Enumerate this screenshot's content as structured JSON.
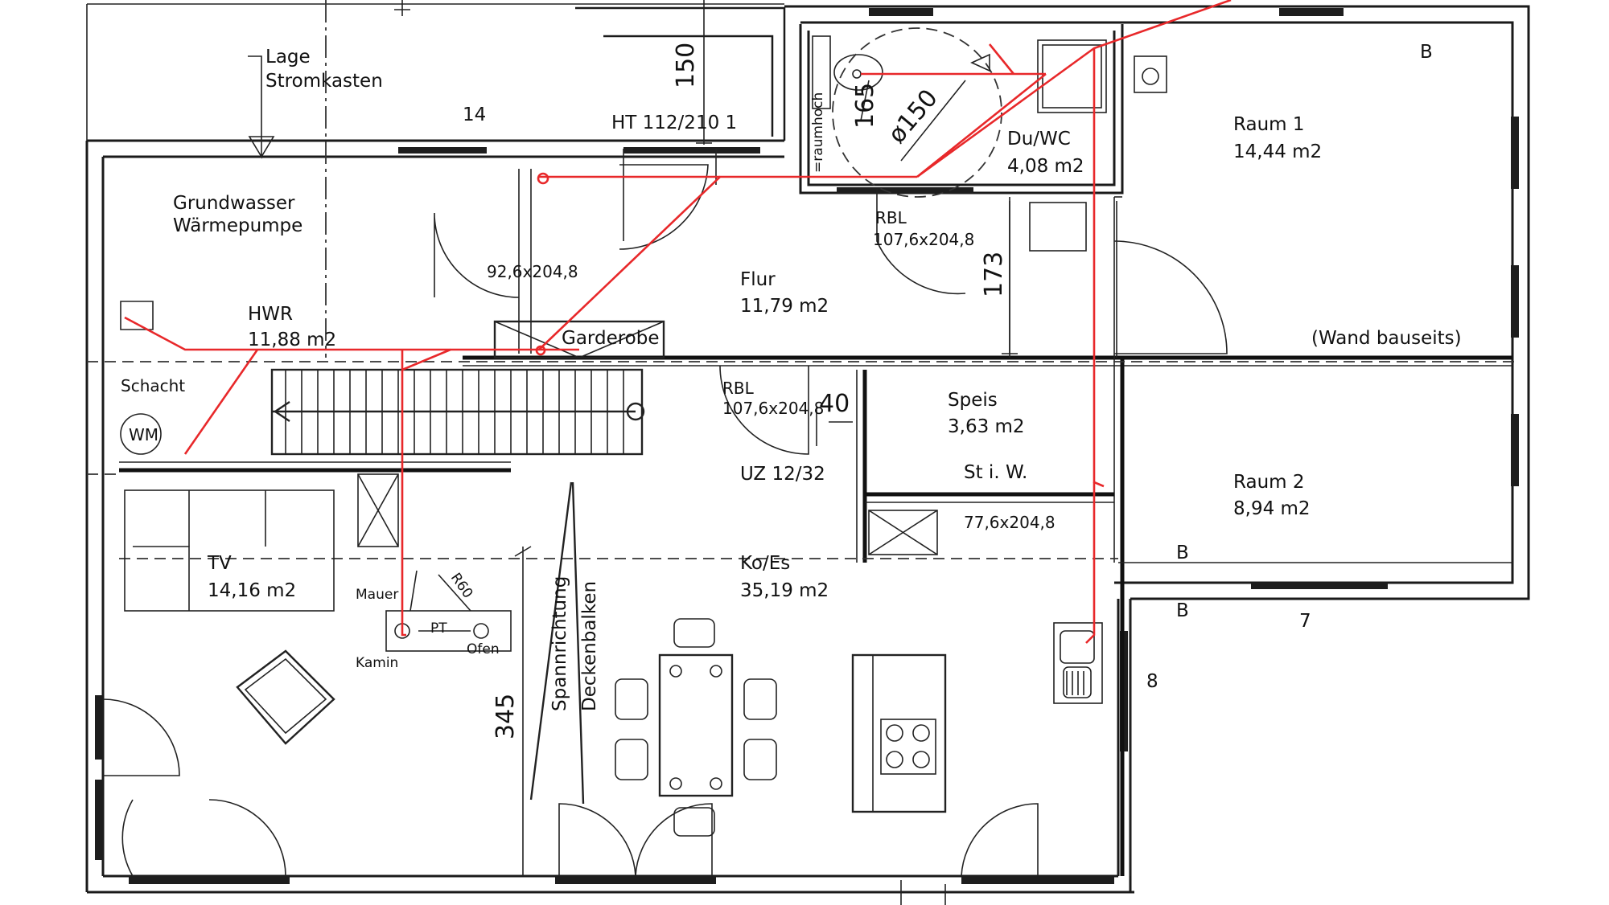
{
  "colors": {
    "background": "#ffffff",
    "lines": "#1a1a1a",
    "pipes": "#e8282a"
  },
  "labels": {
    "lage1": "Lage",
    "lage2": "Stromkasten",
    "n14": "14",
    "ht": "HT  112/210   1",
    "d150": "150",
    "raumhoch": "=raumhoch",
    "d165": "165",
    "phi150": "ø150",
    "duwc_name": "Du/WC",
    "duwc_area": "4,08  m2",
    "b_top": "B",
    "raum1_name": "Raum  1",
    "raum1_area": "14,44  m2",
    "gw1": "Grundwasser",
    "gw2": "Wärmepumpe",
    "door926": "92,6x204,8",
    "rbl_top": "RBL",
    "door1076_top": "107,6x204,8",
    "flur_name": "Flur",
    "flur_area": "11,79  m2",
    "d173": "173",
    "hwr_name": "HWR",
    "hwr_area": "11,88  m2",
    "garderobe": "Garderobe",
    "wand": "(Wand  bauseits)",
    "schacht": "Schacht",
    "wm": "WM",
    "rbl_mid": "RBL",
    "door1076_mid": "107,6x204,8",
    "d40": "40",
    "speis_name": "Speis",
    "speis_area": "3,63  m2",
    "uz": "UZ  12/32",
    "stiw": "St  i.  W.",
    "raum2_name": "Raum  2",
    "raum2_area": "8,94  m2",
    "door776": "77,6x204,8",
    "b_mid": "B",
    "b_low": "B",
    "n7": "7",
    "n8": "8",
    "tv_name": "TV",
    "tv_area": "14,16  m2",
    "koes_name": "Ko/Es",
    "koes_area": "35,19  m2",
    "mauer": "Mauer",
    "r60": "R60",
    "pt": "PT",
    "ofen": "Ofen",
    "kamin": "Kamin",
    "d345": "345",
    "spann1": "Spannrichtung",
    "spann2": "Deckenbalken"
  }
}
